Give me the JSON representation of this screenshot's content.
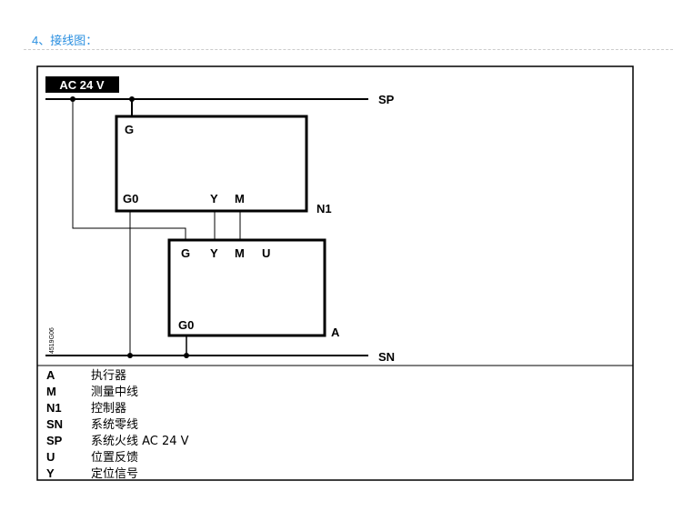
{
  "heading": "4、接线图：",
  "diagram": {
    "supply_label": "AC 24 V",
    "sp_label": "SP",
    "sn_label": "SN",
    "drawing_code": "4519G06",
    "controller": {
      "name": "N1",
      "terminals": {
        "g": "G",
        "g0": "G0",
        "y": "Y",
        "m": "M"
      }
    },
    "actuator": {
      "name": "A",
      "terminals": {
        "g": "G",
        "y": "Y",
        "m": "M",
        "u": "U",
        "g0": "G0"
      }
    }
  },
  "legend": [
    {
      "key": "A",
      "desc": "执行器"
    },
    {
      "key": "M",
      "desc": "测量中线"
    },
    {
      "key": "N1",
      "desc": "控制器"
    },
    {
      "key": "SN",
      "desc": "系统零线"
    },
    {
      "key": "SP",
      "desc": "系统火线 AC 24 V"
    },
    {
      "key": "U",
      "desc": "位置反馈"
    },
    {
      "key": "Y",
      "desc": "定位信号"
    }
  ]
}
